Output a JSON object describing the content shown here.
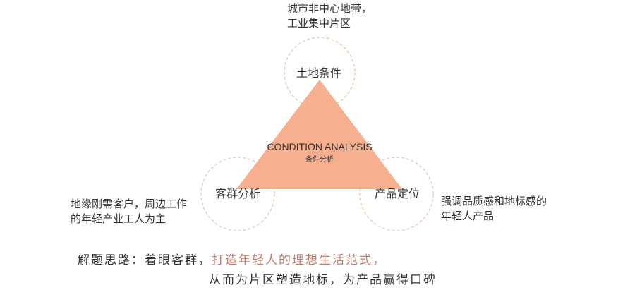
{
  "diagram": {
    "center": {
      "title": "CONDITION ANALYSIS",
      "subtitle": "条件分析"
    },
    "nodes": {
      "top": "土地条件",
      "left": "客群分析",
      "right": "产品定位"
    },
    "notes": {
      "top": [
        "城市非中心地带，",
        "工业集中片区"
      ],
      "left": [
        "地缘刚需客户，周边工作",
        "的年轻产业工人为主"
      ],
      "right": [
        "强调品质感和地标感的",
        "年轻人产品"
      ]
    },
    "conclusion": {
      "prefix": "解题思路：着眼客群，",
      "highlight": "打造年轻人的理想生活范式，",
      "line2": "从而为片区塑造地标，为产品赢得口碑"
    },
    "colors": {
      "triangle": "#f7b08f",
      "circle_stroke": "#e8c8b0",
      "accent": "#c9796a",
      "text": "#333333"
    }
  }
}
